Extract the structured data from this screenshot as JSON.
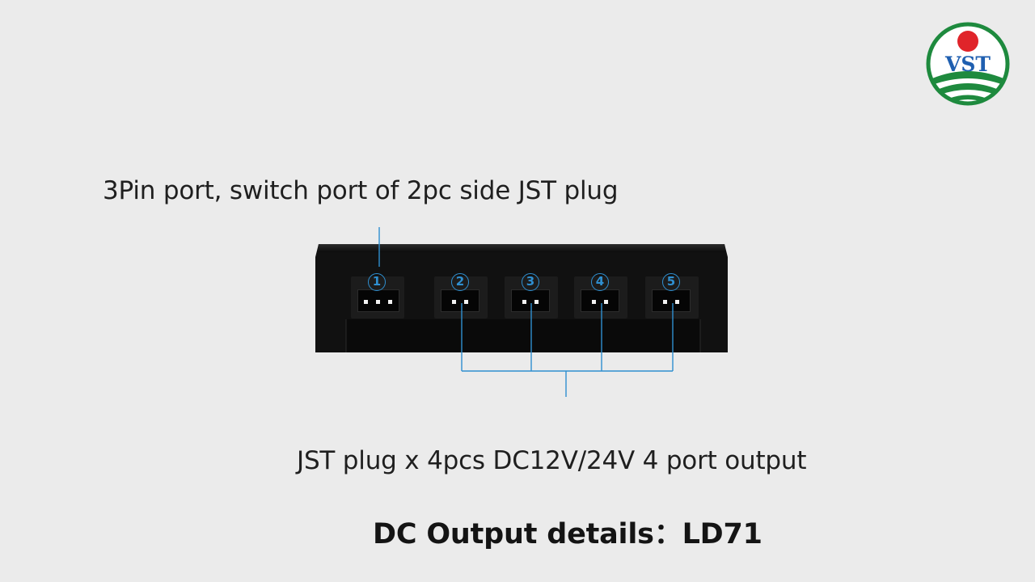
{
  "logo": {
    "text": "VST",
    "colors": {
      "ring": "#1e8a3e",
      "sun": "#e0242a",
      "text": "#1f5fb0"
    }
  },
  "labels": {
    "top": "3Pin port,  switch port of 2pc side JST plug",
    "bottom": "JST plug x 4pcs DC12V/24V  4 port output"
  },
  "title": "DC Output details：LD71",
  "ports": [
    {
      "number": "1",
      "pins": 3
    },
    {
      "number": "2",
      "pins": 2
    },
    {
      "number": "3",
      "pins": 2
    },
    {
      "number": "4",
      "pins": 2
    },
    {
      "number": "5",
      "pins": 2
    }
  ],
  "colors": {
    "accent": "#2f8fd0",
    "device": "#111111",
    "background": "#ebebeb"
  }
}
